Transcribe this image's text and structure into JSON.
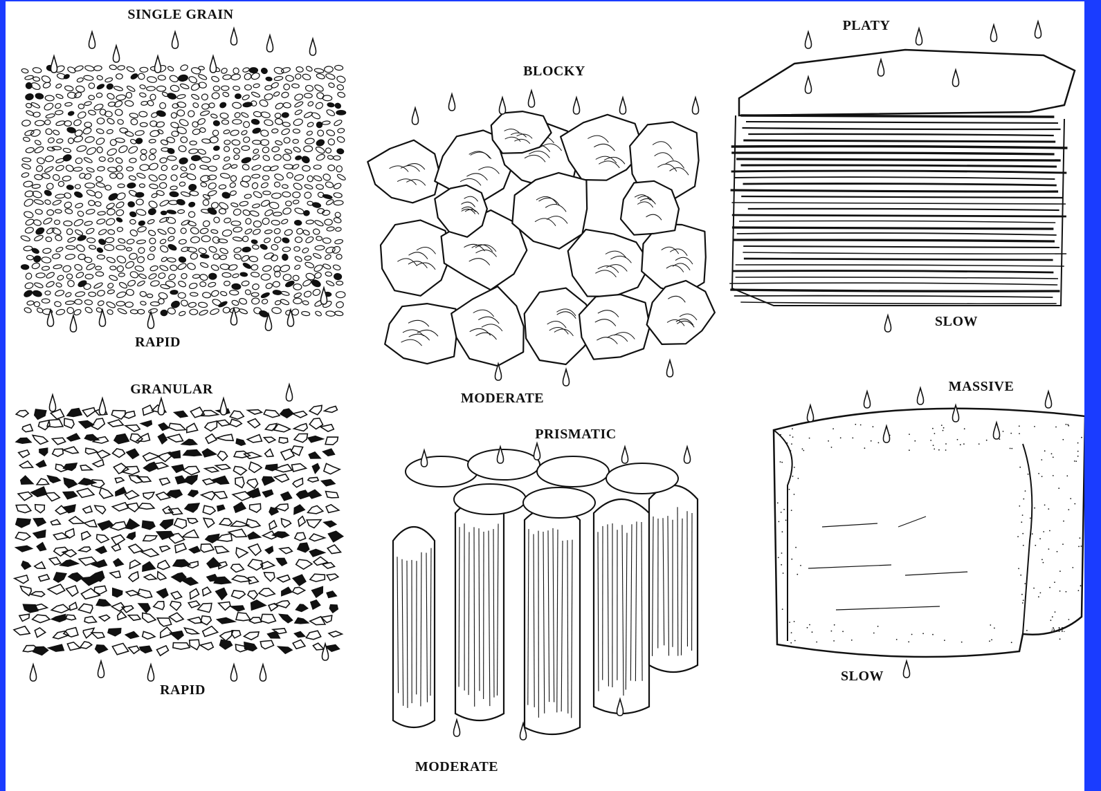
{
  "colors": {
    "frame": "#1a3cff",
    "ink": "#111111",
    "paper": "#ffffff"
  },
  "structures": [
    {
      "id": "single-grain",
      "title": "SINGLE GRAIN",
      "rate": "RAPID"
    },
    {
      "id": "blocky",
      "title": "BLOCKY",
      "rate": "MODERATE"
    },
    {
      "id": "platy",
      "title": "PLATY",
      "rate": "SLOW"
    },
    {
      "id": "granular",
      "title": "GRANULAR",
      "rate": "RAPID"
    },
    {
      "id": "prismatic",
      "title": "PRISMATIC",
      "rate": "MODERATE"
    },
    {
      "id": "massive",
      "title": "MASSIVE",
      "rate": "SLOW"
    }
  ],
  "signature": "A.H."
}
